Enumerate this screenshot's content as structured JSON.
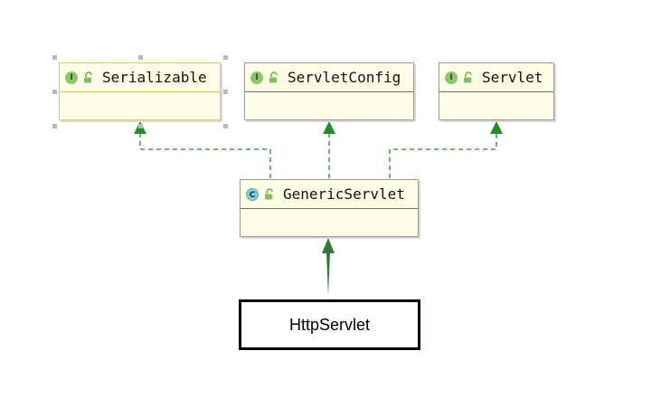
{
  "nodes": {
    "serializable": {
      "kind": "I",
      "label": "Serializable"
    },
    "servletconfig": {
      "kind": "I",
      "label": "ServletConfig"
    },
    "servlet": {
      "kind": "I",
      "label": "Servlet"
    },
    "genericservlet": {
      "kind": "C",
      "label": "GenericServlet"
    },
    "httpservlet": {
      "label": "HttpServlet"
    }
  },
  "edges": [
    {
      "from": "genericservlet",
      "to": "serializable",
      "kind": "implements"
    },
    {
      "from": "genericservlet",
      "to": "servletconfig",
      "kind": "implements"
    },
    {
      "from": "genericservlet",
      "to": "servlet",
      "kind": "implements"
    },
    {
      "from": "httpservlet",
      "to": "genericservlet",
      "kind": "extends"
    }
  ],
  "colors": {
    "implements_line": "#1f8f1f",
    "extends_line": "#2e7d32",
    "box_fill": "#fefee6"
  },
  "icons": {
    "interface": "interface-badge-icon",
    "class": "class-badge-icon",
    "visibility": "unlock-icon"
  }
}
